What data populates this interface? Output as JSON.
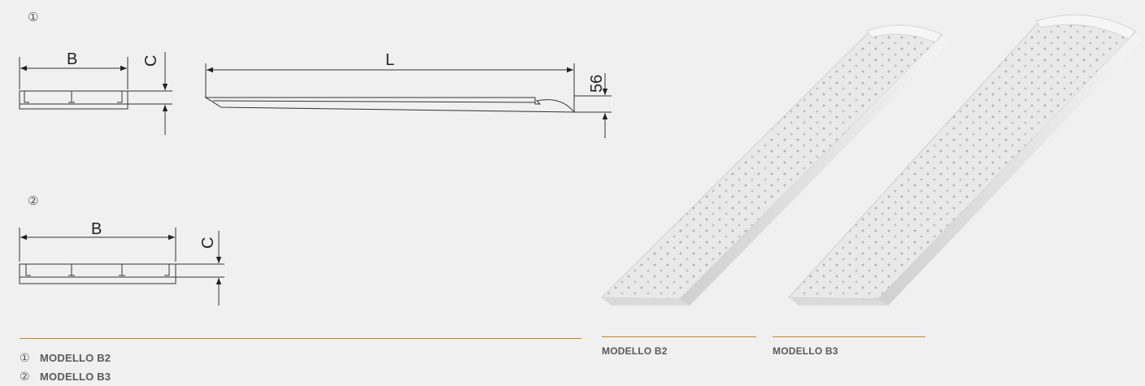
{
  "markers": {
    "one": "①",
    "two": "②"
  },
  "dims": {
    "b": "B",
    "c": "C",
    "l": "L",
    "h": "56"
  },
  "legend": [
    {
      "num": "①",
      "label": "MODELLO B2"
    },
    {
      "num": "②",
      "label": "MODELLO B3"
    }
  ],
  "photos": [
    {
      "caption": "MODELLO B2"
    },
    {
      "caption": "MODELLO B3"
    }
  ],
  "colors": {
    "accent": "#c9862b",
    "line": "#333333",
    "ramp": "#e6e6e6"
  }
}
